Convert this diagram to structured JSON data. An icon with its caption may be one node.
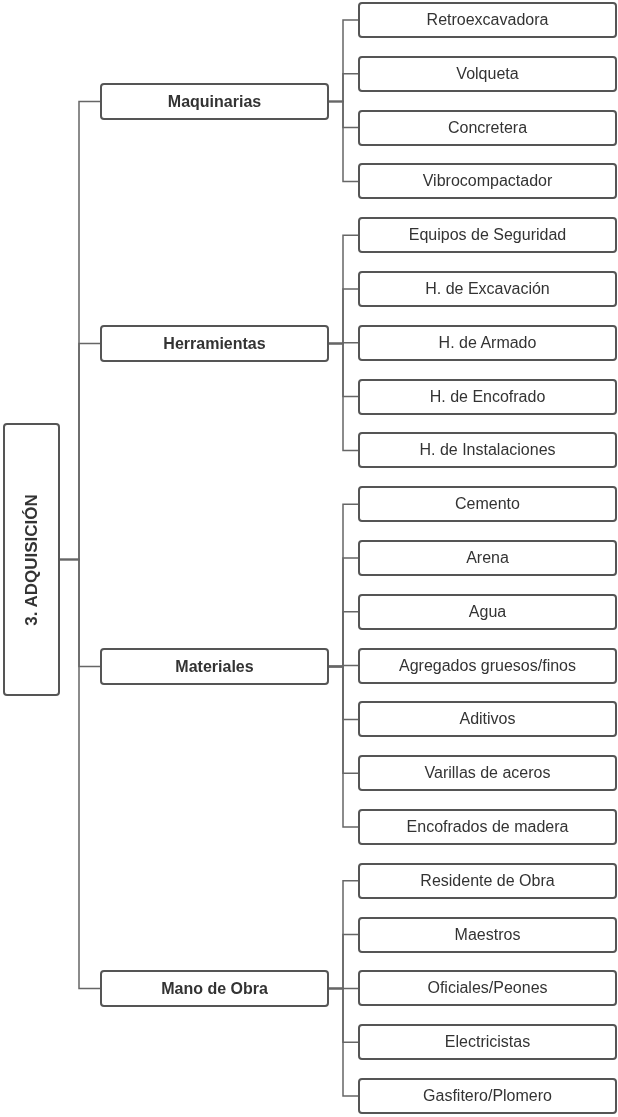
{
  "diagram": {
    "nodes": [
      {
        "text": [
          "3. ADQUISICIÓN"
        ]
      },
      {
        "text": [
          "Maquinarias"
        ]
      },
      {
        "text": [
          "Retroexcavadora"
        ]
      },
      {
        "text": [
          "Volqueta"
        ]
      },
      {
        "text": [
          "Concretera"
        ]
      },
      {
        "text": [
          "Vibrocompactador"
        ]
      },
      {
        "text": [
          "Herramientas"
        ]
      },
      {
        "text": [
          "Equipos de Seguridad"
        ]
      },
      {
        "text": [
          "H. de Excavación"
        ]
      },
      {
        "text": [
          "H. de Armado"
        ]
      },
      {
        "text": [
          "H. de Encofrado"
        ]
      },
      {
        "text": [
          "H. de Instalaciones"
        ]
      },
      {
        "text": [
          "Materiales"
        ]
      },
      {
        "text": [
          "Cemento"
        ]
      },
      {
        "text": [
          "Arena"
        ]
      },
      {
        "text": [
          "Agua"
        ]
      },
      {
        "text": [
          "Agregados gruesos/finos"
        ]
      },
      {
        "text": [
          "Aditivos"
        ]
      },
      {
        "text": [
          "Varillas de aceros"
        ]
      },
      {
        "text": [
          "Encofrados de madera"
        ]
      },
      {
        "text": [
          "Mano de Obra"
        ]
      },
      {
        "text": [
          "Residente de Obra"
        ]
      },
      {
        "text": [
          "Maestros"
        ]
      },
      {
        "text": [
          "Oficiales/Peones"
        ]
      },
      {
        "text": [
          "Electricistas"
        ]
      },
      {
        "text": [
          "Gasfitero/Plomero"
        ]
      }
    ],
    "edges": [
      {
        "from": 0,
        "to": 1,
        "arrow": "none"
      },
      {
        "from": 0,
        "to": 6,
        "arrow": "none"
      },
      {
        "from": 0,
        "to": 12,
        "arrow": "none"
      },
      {
        "from": 0,
        "to": 20,
        "arrow": "none"
      },
      {
        "from": 1,
        "to": 2,
        "arrow": "none"
      },
      {
        "from": 1,
        "to": 3,
        "arrow": "none"
      },
      {
        "from": 1,
        "to": 4,
        "arrow": "none"
      },
      {
        "from": 1,
        "to": 5,
        "arrow": "none"
      },
      {
        "from": 6,
        "to": 7,
        "arrow": "none"
      },
      {
        "from": 6,
        "to": 8,
        "arrow": "none"
      },
      {
        "from": 6,
        "to": 9,
        "arrow": "none"
      },
      {
        "from": 6,
        "to": 10,
        "arrow": "none"
      },
      {
        "from": 6,
        "to": 11,
        "arrow": "none"
      },
      {
        "from": 12,
        "to": 13,
        "arrow": "none"
      },
      {
        "from": 12,
        "to": 14,
        "arrow": "none"
      },
      {
        "from": 12,
        "to": 15,
        "arrow": "none"
      },
      {
        "from": 12,
        "to": 16,
        "arrow": "none"
      },
      {
        "from": 12,
        "to": 17,
        "arrow": "none"
      },
      {
        "from": 12,
        "to": 18,
        "arrow": "none"
      },
      {
        "from": 12,
        "to": 19,
        "arrow": "none"
      },
      {
        "from": 20,
        "to": 21,
        "arrow": "none"
      },
      {
        "from": 20,
        "to": 22,
        "arrow": "none"
      },
      {
        "from": 20,
        "to": 23,
        "arrow": "none"
      },
      {
        "from": 20,
        "to": 24,
        "arrow": "none"
      },
      {
        "from": 20,
        "to": 25,
        "arrow": "none"
      }
    ]
  }
}
